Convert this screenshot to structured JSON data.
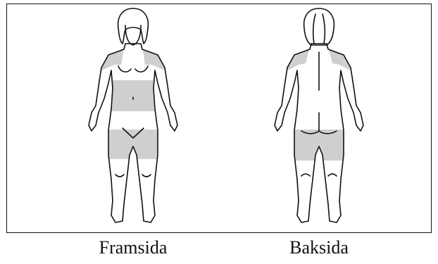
{
  "diagram": {
    "views": [
      {
        "id": "front",
        "label": "Framsida"
      },
      {
        "id": "back",
        "label": "Baksida"
      }
    ]
  },
  "colors": {
    "highlight": "#cfcfcf",
    "outline": "#111111",
    "background": "#ffffff"
  }
}
